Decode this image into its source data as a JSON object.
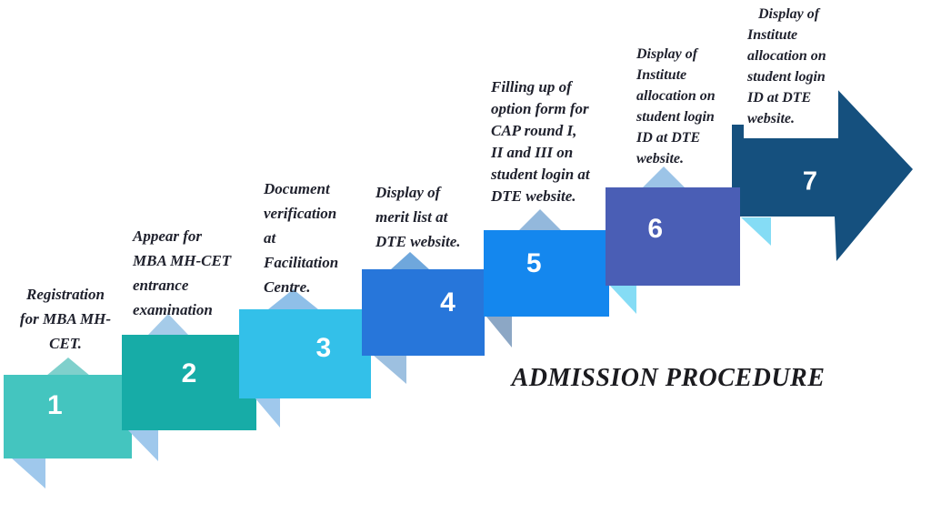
{
  "diagram_title": "ADMISSION PROCEDURE",
  "steps": [
    {
      "number": "1",
      "label": "Registration\nfor MBA MH-\nCET.",
      "colors": {
        "box": "#44C5BF",
        "tri_up": "#7FD0CC",
        "tri_down": "#9FC8EC"
      }
    },
    {
      "number": "2",
      "label": "Appear for\nMBA MH-CET\nentrance\nexamination",
      "colors": {
        "box": "#17ACA7",
        "tri_up": "#A5CBE9",
        "tri_down": "#9FC8EC"
      }
    },
    {
      "number": "3",
      "label": "Document\nverification\nat\nFacilitation\nCentre.",
      "colors": {
        "box": "#33C0E9",
        "tri_up": "#8FBFE8",
        "tri_down": "#9FC8EC"
      }
    },
    {
      "number": "4",
      "label": "Display of\nmerit list at\nDTE website.",
      "colors": {
        "box": "#2776DA",
        "tri_up": "#6FA7DC",
        "tri_down": "#9DC0E0"
      }
    },
    {
      "number": "5",
      "label": "Filling up of\noption form for\nCAP round I,\nII and III on\nstudent login at\nDTE website.",
      "colors": {
        "box": "#1487EE",
        "tri_up": "#93B8DC",
        "tri_down": "#8CA7C5"
      }
    },
    {
      "number": "6",
      "label": "Display of\nInstitute\nallocation on\nstudent login\nID at DTE\nwebsite.",
      "colors": {
        "box": "#4A5EB5",
        "tri_up": "#9CC4E7",
        "tri_down": "#85DCF5"
      }
    },
    {
      "number": "7",
      "label": "Display of\nInstitute\nallocation on\nstudent login\nID at DTE\nwebsite.",
      "colors": {
        "box": "#15507E",
        "tri_up": "#9CC4E7",
        "tri_down": "#85DCF5"
      }
    }
  ]
}
